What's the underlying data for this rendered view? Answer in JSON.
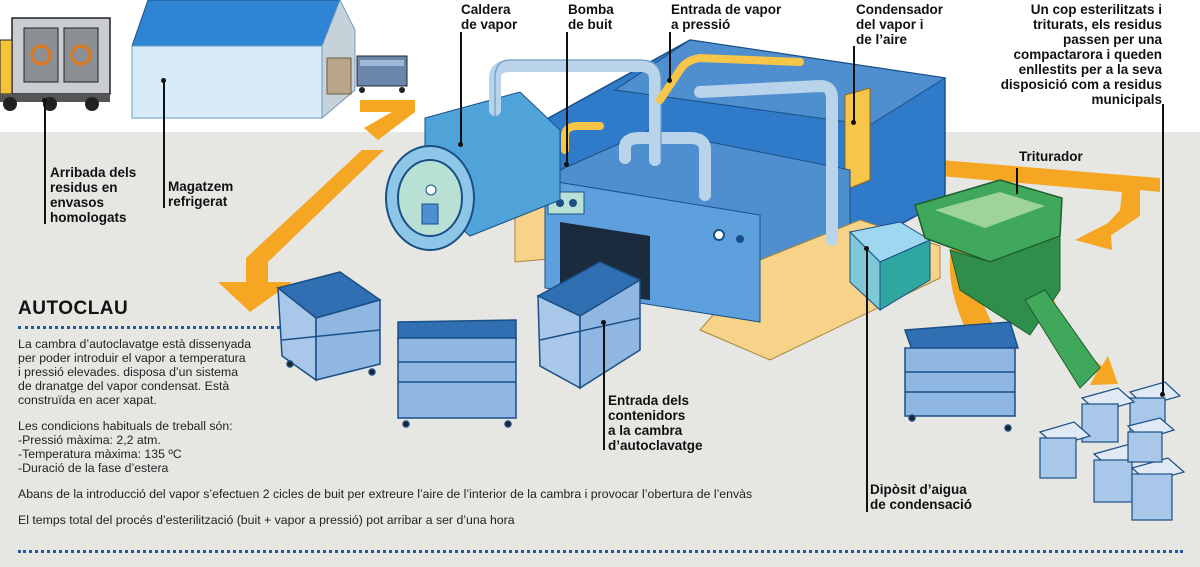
{
  "labels": {
    "caldera": [
      "Caldera",
      "de vapor"
    ],
    "bomba": [
      "Bomba",
      "de buit"
    ],
    "entrada_vapor": [
      "Entrada de vapor",
      "a pressió"
    ],
    "condensador": [
      "Condensador",
      "del vapor i",
      "de l’aire"
    ],
    "compactadora": [
      "Un cop esterilitzats i",
      "triturats, els residus",
      "passen per una",
      "compactarora i queden",
      "enllestits per a la seva",
      "disposició com a residus",
      "municipals"
    ],
    "triturador": [
      "Triturador"
    ],
    "arribada": [
      "Arribada dels",
      "residus en",
      "envasos",
      "homologats"
    ],
    "magatzem": [
      "Magatzem",
      "refrigerat"
    ],
    "entrada_contenidors": [
      "Entrada dels",
      "contenidors",
      "a la cambra",
      "d’autoclavatge"
    ],
    "diposit": [
      "Dipòsit d’aigua",
      "de condensació"
    ]
  },
  "autoclau": {
    "title": "AUTOCLAU",
    "intro": [
      "La cambra d’autoclavatge està dissenyada",
      "per poder introduir el vapor a temperatura",
      "i pressió elevades. disposa d’un  sistema",
      "de dranatge del vapor condensat. Està",
      "construïda en acer xapat."
    ],
    "conditions_title": "Les condicions habituals de treball són:",
    "conditions": [
      "-Pressió màxima: 2,2 atm.",
      "-Temperatura màxima: 135 ºC",
      "-Duració de la fase d’estera"
    ],
    "cycles": "Abans de la introducció del vapor s’efectuen 2 cicles de buit per extreure l’aire de l’interior de la cambra i provocar l’obertura de l’envàs",
    "total_time": "El temps total del procés d’esterilització (buit + vapor a pressió) pot arribar a ser d’una hora"
  },
  "colors": {
    "background_band": "#e6e6e3",
    "machine_blue": "#4f8fd0",
    "machine_dark": "#3a74b6",
    "pipe": "#b8d3ea",
    "arrow_orange": "#f5a623",
    "condenser_yellow": "#f7c548",
    "triturador_green": "#3fa85a",
    "container_blue": "#8fb7e2",
    "rule_blue": "#1d5ca8"
  },
  "icons": [
    "biohazard-icon",
    "pressure-gauge-icon"
  ]
}
